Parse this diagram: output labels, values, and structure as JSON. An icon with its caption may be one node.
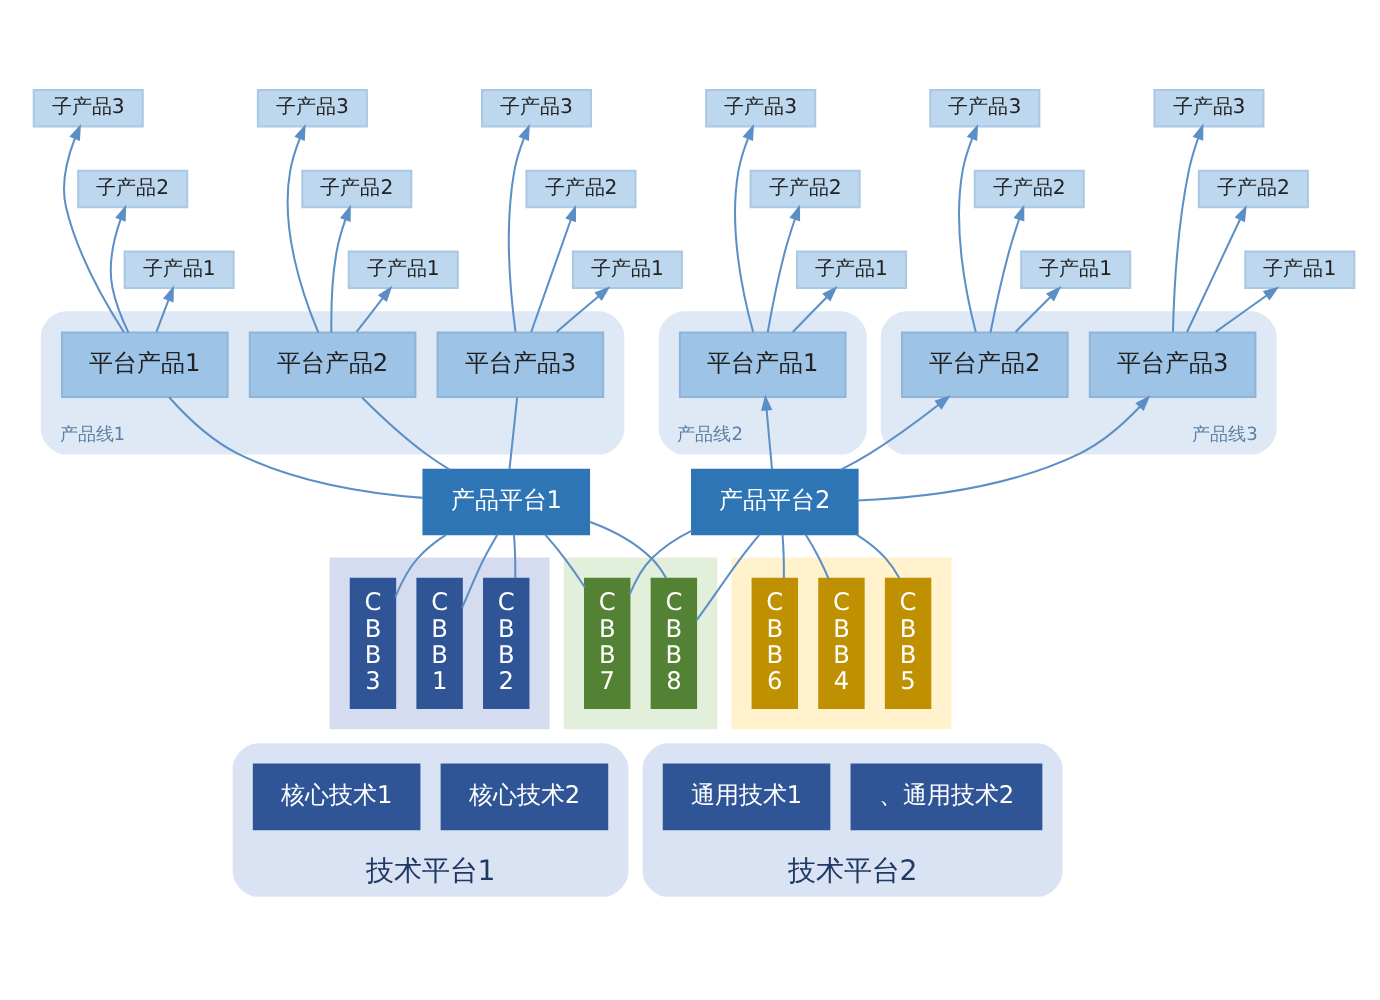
{
  "diagram": {
    "nodes": [
      {
        "text": [
          "产品线1"
        ]
      },
      {
        "text": [
          "平台产品1"
        ],
        "in": 0
      },
      {
        "text": [
          "平台产品2"
        ],
        "in": 0
      },
      {
        "text": [
          "平台产品3"
        ],
        "in": 0
      },
      {
        "text": [
          "产品线2"
        ]
      },
      {
        "text": [
          "平台产品1"
        ],
        "in": 4
      },
      {
        "text": [
          "产品线3"
        ]
      },
      {
        "text": [
          "平台产品2"
        ],
        "in": 6
      },
      {
        "text": [
          "平台产品3"
        ],
        "in": 6
      },
      {
        "text": [
          "子产品3"
        ]
      },
      {
        "text": [
          "子产品2"
        ]
      },
      {
        "text": [
          "子产品1"
        ]
      },
      {
        "text": [
          "子产品3"
        ]
      },
      {
        "text": [
          "子产品2"
        ]
      },
      {
        "text": [
          "子产品1"
        ]
      },
      {
        "text": [
          "子产品3"
        ]
      },
      {
        "text": [
          "子产品2"
        ]
      },
      {
        "text": [
          "子产品1"
        ]
      },
      {
        "text": [
          "子产品3"
        ]
      },
      {
        "text": [
          "子产品2"
        ]
      },
      {
        "text": [
          "子产品1"
        ]
      },
      {
        "text": [
          "子产品3"
        ]
      },
      {
        "text": [
          "子产品2"
        ]
      },
      {
        "text": [
          "子产品1"
        ]
      },
      {
        "text": [
          "子产品3"
        ]
      },
      {
        "text": [
          "子产品2"
        ]
      },
      {
        "text": [
          "子产品1"
        ]
      },
      {
        "text": [
          "产品平台1"
        ]
      },
      {
        "text": [
          "产品平台2"
        ]
      },
      {
        "text": [],
        "shape": "box"
      },
      {
        "text": [
          "C B B 1"
        ],
        "in": 29
      },
      {
        "text": [
          "C B B 2"
        ],
        "in": 29
      },
      {
        "text": [
          "C B B 3"
        ],
        "in": 29
      },
      {
        "text": [],
        "shape": "box"
      },
      {
        "text": [
          "C B B 7"
        ],
        "in": 33
      },
      {
        "text": [
          "C B B 8"
        ],
        "in": 33
      },
      {
        "text": [],
        "shape": "box"
      },
      {
        "text": [
          "C B B 4"
        ],
        "in": 36
      },
      {
        "text": [
          "C B B 5"
        ],
        "in": 36
      },
      {
        "text": [
          "C B B 6"
        ],
        "in": 36
      },
      {
        "text": [
          "技术平台1"
        ]
      },
      {
        "text": [
          "核心技术1"
        ],
        "in": 40
      },
      {
        "text": [
          "核心技术2"
        ],
        "in": 40
      },
      {
        "text": [
          "技术平台2"
        ]
      },
      {
        "text": [
          "通用技术1"
        ],
        "in": 43
      },
      {
        "text": [
          "、通用技术2"
        ],
        "in": 43
      }
    ],
    "edges": [
      {
        "from": 1,
        "to": 9,
        "arrow": "to"
      },
      {
        "from": 1,
        "to": 10,
        "arrow": "to"
      },
      {
        "from": 1,
        "to": 11,
        "arrow": "to"
      },
      {
        "from": 2,
        "to": 12,
        "arrow": "to"
      },
      {
        "from": 2,
        "to": 13,
        "arrow": "to"
      },
      {
        "from": 2,
        "to": 14,
        "arrow": "to"
      },
      {
        "from": 3,
        "to": 15,
        "arrow": "to"
      },
      {
        "from": 3,
        "to": 16,
        "arrow": "to"
      },
      {
        "from": 3,
        "to": 17,
        "arrow": "to"
      },
      {
        "from": 5,
        "to": 18,
        "arrow": "to"
      },
      {
        "from": 5,
        "to": 19,
        "arrow": "to"
      },
      {
        "from": 5,
        "to": 20,
        "arrow": "to"
      },
      {
        "from": 7,
        "to": 21,
        "arrow": "to"
      },
      {
        "from": 7,
        "to": 22,
        "arrow": "to"
      },
      {
        "from": 7,
        "to": 23,
        "arrow": "to"
      },
      {
        "from": 8,
        "to": 24,
        "arrow": "to"
      },
      {
        "from": 8,
        "to": 25,
        "arrow": "to"
      },
      {
        "from": 8,
        "to": 26,
        "arrow": "to"
      },
      {
        "from": 27,
        "to": 1,
        "arrow": "none"
      },
      {
        "from": 27,
        "to": 2,
        "arrow": "none"
      },
      {
        "from": 27,
        "to": 3,
        "arrow": "none"
      },
      {
        "from": 28,
        "to": 5,
        "arrow": "to"
      },
      {
        "from": 28,
        "to": 7,
        "arrow": "to"
      },
      {
        "from": 28,
        "to": 8,
        "arrow": "to"
      },
      {
        "from": 27,
        "to": 30,
        "arrow": "none"
      },
      {
        "from": 27,
        "to": 31,
        "arrow": "none"
      },
      {
        "from": 27,
        "to": 32,
        "arrow": "none"
      },
      {
        "from": 27,
        "to": 34,
        "arrow": "none"
      },
      {
        "from": 27,
        "to": 35,
        "arrow": "none"
      },
      {
        "from": 28,
        "to": 34,
        "arrow": "none"
      },
      {
        "from": 28,
        "to": 35,
        "arrow": "none"
      },
      {
        "from": 28,
        "to": 37,
        "arrow": "none"
      },
      {
        "from": 28,
        "to": 38,
        "arrow": "none"
      },
      {
        "from": 28,
        "to": 39,
        "arrow": "none"
      }
    ]
  }
}
